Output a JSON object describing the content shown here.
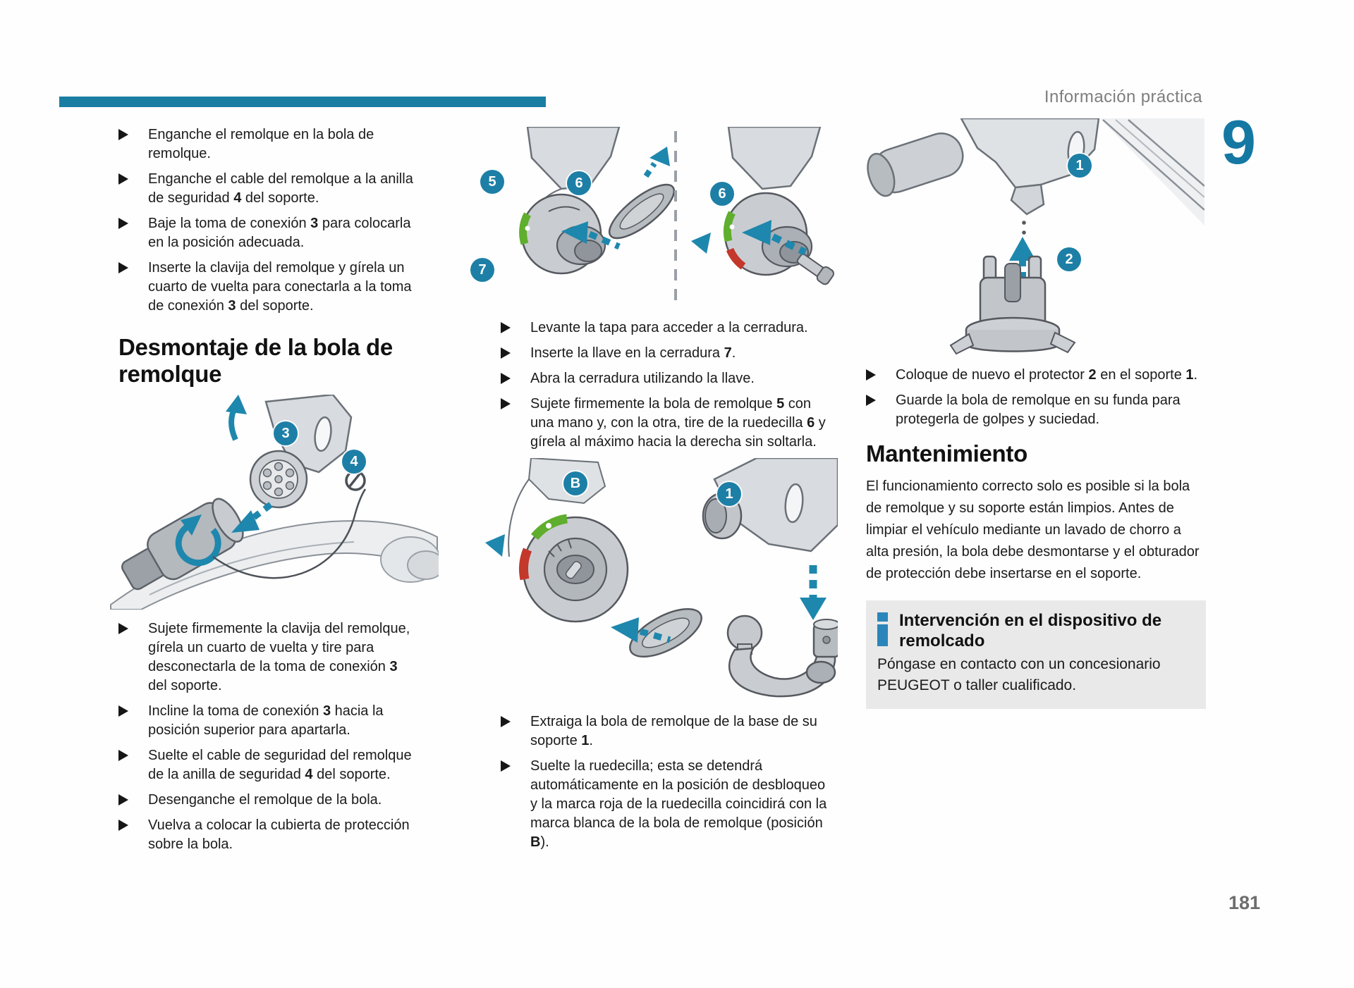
{
  "page": {
    "running_header": "Información práctica",
    "chapter_number": "9",
    "page_number": "181"
  },
  "colors": {
    "accent_teal": "#1a7ea3",
    "callout_badge": "#1d7fa6",
    "arrow_teal": "#1e87ad",
    "info_icon_blue": "#2a86ba",
    "green_mark": "#5fae2e",
    "red_mark": "#c4372b",
    "infobox_background": "#e9e9e9"
  },
  "left_column": {
    "bullets_top": [
      "Enganche el remolque en la bola de remolque.",
      "Enganche el cable del remolque a la anilla de seguridad **4** del soporte.",
      "Baje la toma de conexión **3** para colocarla en la posición adecuada.",
      "Inserte la clavija del remolque y gírela un cuarto de vuelta para conectarla a la toma de conexión **3** del soporte."
    ],
    "heading": "Desmontaje de la bola de remolque",
    "figure": {
      "callouts": [
        "3",
        "4"
      ]
    },
    "bullets_bottom": [
      "Sujete firmemente la clavija del remolque, gírela un cuarto de vuelta y tire para desconectarla de la toma de conexión **3** del soporte.",
      "Incline la toma de conexión **3** hacia la posición superior para apartarla.",
      "Suelte el cable de seguridad del remolque de la anilla de seguridad **4** del soporte.",
      "Desenganche el remolque de la bola.",
      "Vuelva a colocar la cubierta de protección sobre la bola."
    ]
  },
  "middle_column": {
    "figure_top": {
      "callouts": [
        "5",
        "6",
        "7",
        "6"
      ]
    },
    "bullets_top": [
      "Levante la tapa para acceder a la cerradura.",
      "Inserte la llave en la cerradura **7**.",
      "Abra la cerradura utilizando la llave.",
      "Sujete firmemente la bola de remolque **5** con una mano y, con la otra, tire de la ruedecilla **6** y gírela al máximo hacia la derecha sin soltarla."
    ],
    "figure_bottom": {
      "callouts": [
        "B",
        "1"
      ]
    },
    "bullets_bottom": [
      "Extraiga la bola de remolque de la base de su soporte **1**.",
      "Suelte la ruedecilla; esta se detendrá automáticamente en la posición de desbloqueo y la marca roja de la ruedecilla coincidirá con la marca blanca de la bola de remolque (posición **B**)."
    ]
  },
  "right_column": {
    "figure": {
      "callouts": [
        "1",
        "2"
      ]
    },
    "bullets": [
      "Coloque de nuevo el protector **2** en el soporte **1**.",
      "Guarde la bola de remolque en su funda para protegerla de golpes y suciedad."
    ],
    "heading": "Mantenimiento",
    "paragraph": "El funcionamiento correcto solo es posible si la bola de remolque y su soporte están limpios. Antes de limpiar el vehículo mediante un lavado de chorro a alta presión, la bola debe desmontarse y el obturador de protección debe insertarse en el soporte.",
    "info_box": {
      "title": "Intervención en el dispositivo de remolcado",
      "body": "Póngase en contacto con un concesionario PEUGEOT o taller cualificado."
    }
  }
}
